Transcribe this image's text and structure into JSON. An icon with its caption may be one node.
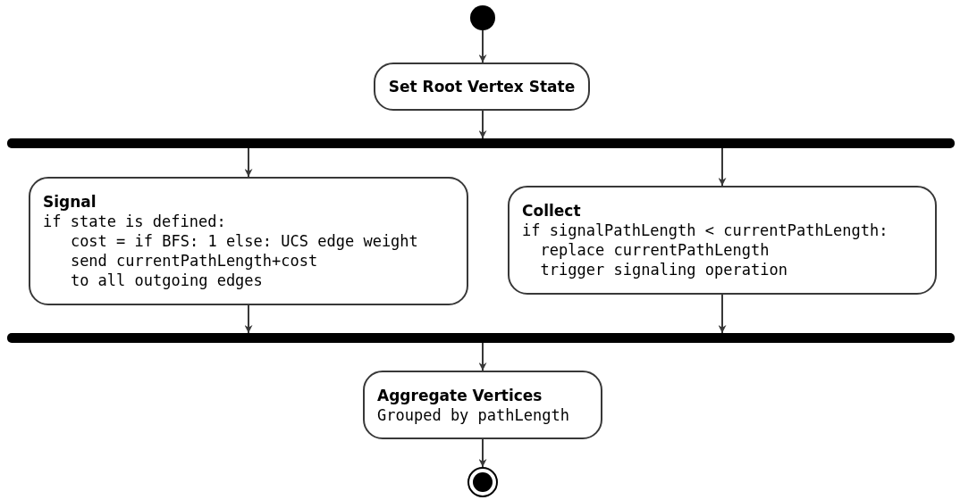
{
  "diagram": {
    "nodes": [
      {
        "text": [],
        "shape": "circle"
      },
      {
        "text": [
          "Set Root Vertex State"
        ]
      },
      {
        "text": [],
        "shape": "bar"
      },
      {
        "text": [
          "Signal",
          "if state is defined:",
          "cost = if BFS: 1 else: UCS edge weight",
          "send currentPathLength+cost",
          "to all outgoing edges"
        ]
      },
      {
        "text": [
          "Collect",
          "if signalPathLength < currentPathLength:",
          "replace currentPathLength",
          "trigger signaling operation"
        ]
      },
      {
        "text": [],
        "shape": "bar"
      },
      {
        "text": [
          "Aggregate Vertices",
          "Grouped by pathLength"
        ]
      },
      {
        "text": [],
        "shape": "circle"
      }
    ],
    "edges": [
      {
        "from": 0,
        "to": 1,
        "arrow": "to"
      },
      {
        "from": 1,
        "to": 2,
        "arrow": "to"
      },
      {
        "from": 2,
        "to": 3,
        "arrow": "to"
      },
      {
        "from": 2,
        "to": 4,
        "arrow": "to"
      },
      {
        "from": 3,
        "to": 5,
        "arrow": "to"
      },
      {
        "from": 4,
        "to": 5,
        "arrow": "to"
      },
      {
        "from": 5,
        "to": 6,
        "arrow": "to"
      },
      {
        "from": 6,
        "to": 7,
        "arrow": "to"
      }
    ]
  }
}
